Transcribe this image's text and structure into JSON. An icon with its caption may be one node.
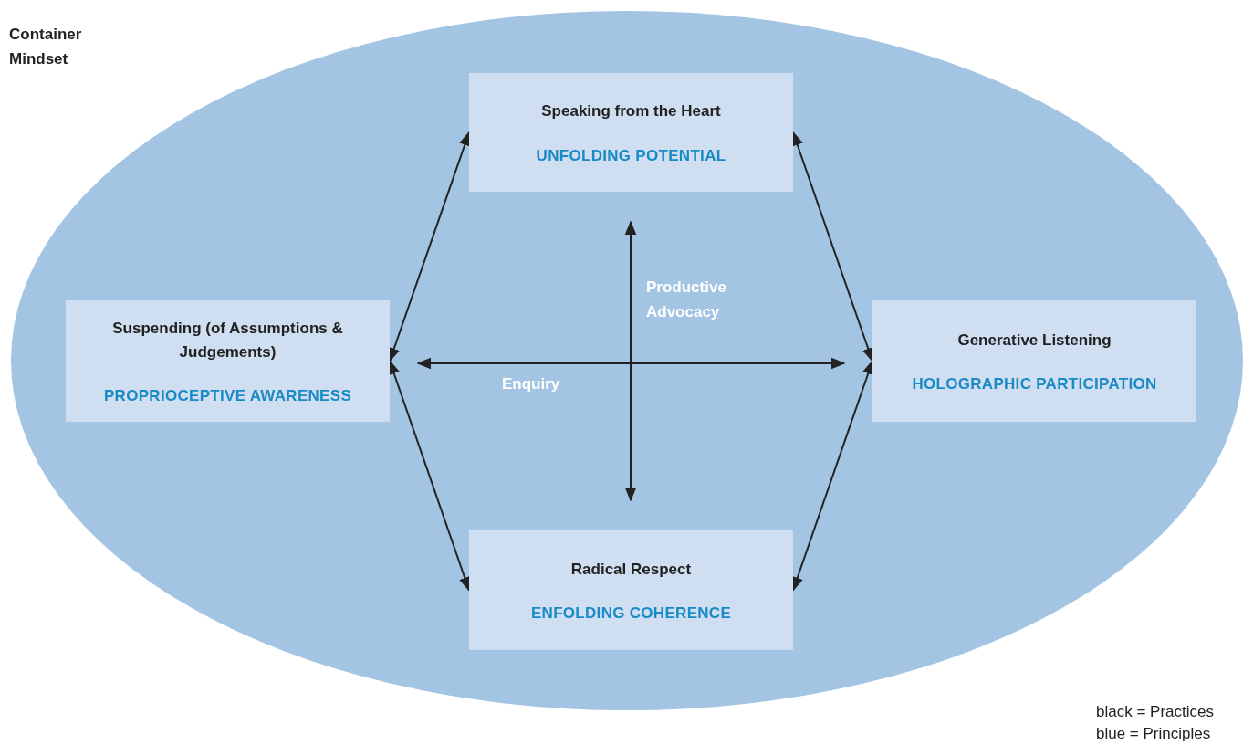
{
  "diagram": {
    "nodes": [
      {
        "text": [
          "Container Mindset"
        ]
      },
      {
        "text": [
          "Speaking from the Heart",
          "UNFOLDING POTENTIAL"
        ],
        "in": 0
      },
      {
        "text": [
          "Suspending (of Assumptions & Judgements)",
          "PROPRIOCEPTIVE AWARENESS"
        ],
        "in": 0
      },
      {
        "text": [
          "Generative Listening",
          "HOLOGRAPHIC PARTICIPATION"
        ],
        "in": 0
      },
      {
        "text": [
          "Radical Respect",
          "ENFOLDING COHERENCE"
        ],
        "in": 0
      }
    ],
    "edges": [
      {
        "from": 1,
        "to": 2,
        "arrow": "both"
      },
      {
        "from": 1,
        "to": 3,
        "arrow": "both"
      },
      {
        "from": 2,
        "to": 4,
        "arrow": "both"
      },
      {
        "from": 3,
        "to": 4,
        "arrow": "both"
      }
    ],
    "labels": [
      "Productive Advocacy",
      "Enquiry",
      "black = Practices",
      "blue = Principles"
    ]
  }
}
